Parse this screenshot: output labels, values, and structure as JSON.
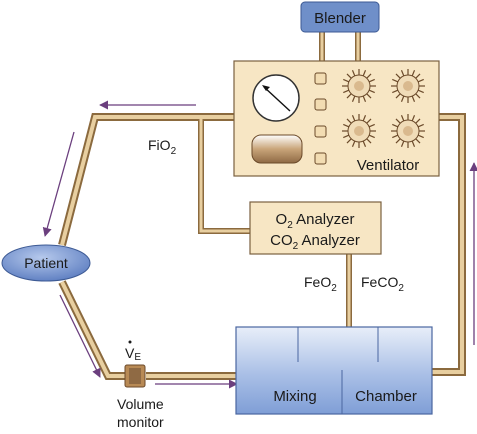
{
  "labels": {
    "blender": "Blender",
    "ventilator": "Ventilator",
    "fio2": "FiO",
    "fio2_sub": "2",
    "o2_analyzer_prefix": "O",
    "o2_analyzer_sub": "2",
    "o2_analyzer_suffix": " Analyzer",
    "co2_analyzer_prefix": "CO",
    "co2_analyzer_sub": "2",
    "co2_analyzer_suffix": " Analyzer",
    "feo2": "FeO",
    "feo2_sub": "2",
    "feco2": "FeCO",
    "feco2_sub": "2",
    "patient": "Patient",
    "ve_symbol": "V",
    "ve_sub": "E",
    "volume_monitor_line1": "Volume",
    "volume_monitor_line2": "monitor",
    "mixing": "Mixing",
    "chamber": "Chamber"
  },
  "colors": {
    "tube_fill": "#e8cfa0",
    "tube_edge": "#8b6a3e",
    "ventilator_face": "#f7e6c4",
    "blender": "#6f8fc9",
    "patient": "#6f8fc9",
    "chamber_top": "#e8eef9",
    "chamber_bottom": "#7f9ed6",
    "arrow": "#6b3f7e"
  }
}
